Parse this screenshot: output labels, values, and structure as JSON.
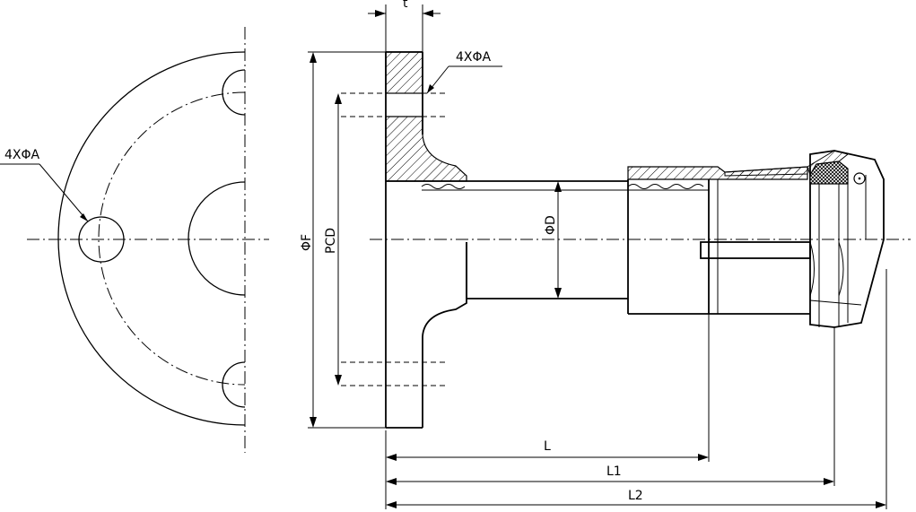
{
  "labels": {
    "hole_note_front": "4XΦA",
    "hole_note_side": "4XΦA",
    "flange_dia": "ΦF",
    "pcd": "PCD",
    "pipe_dia": "ΦD",
    "thickness": "t",
    "length_l": "L",
    "length_l1": "L1",
    "length_l2": "L2"
  }
}
